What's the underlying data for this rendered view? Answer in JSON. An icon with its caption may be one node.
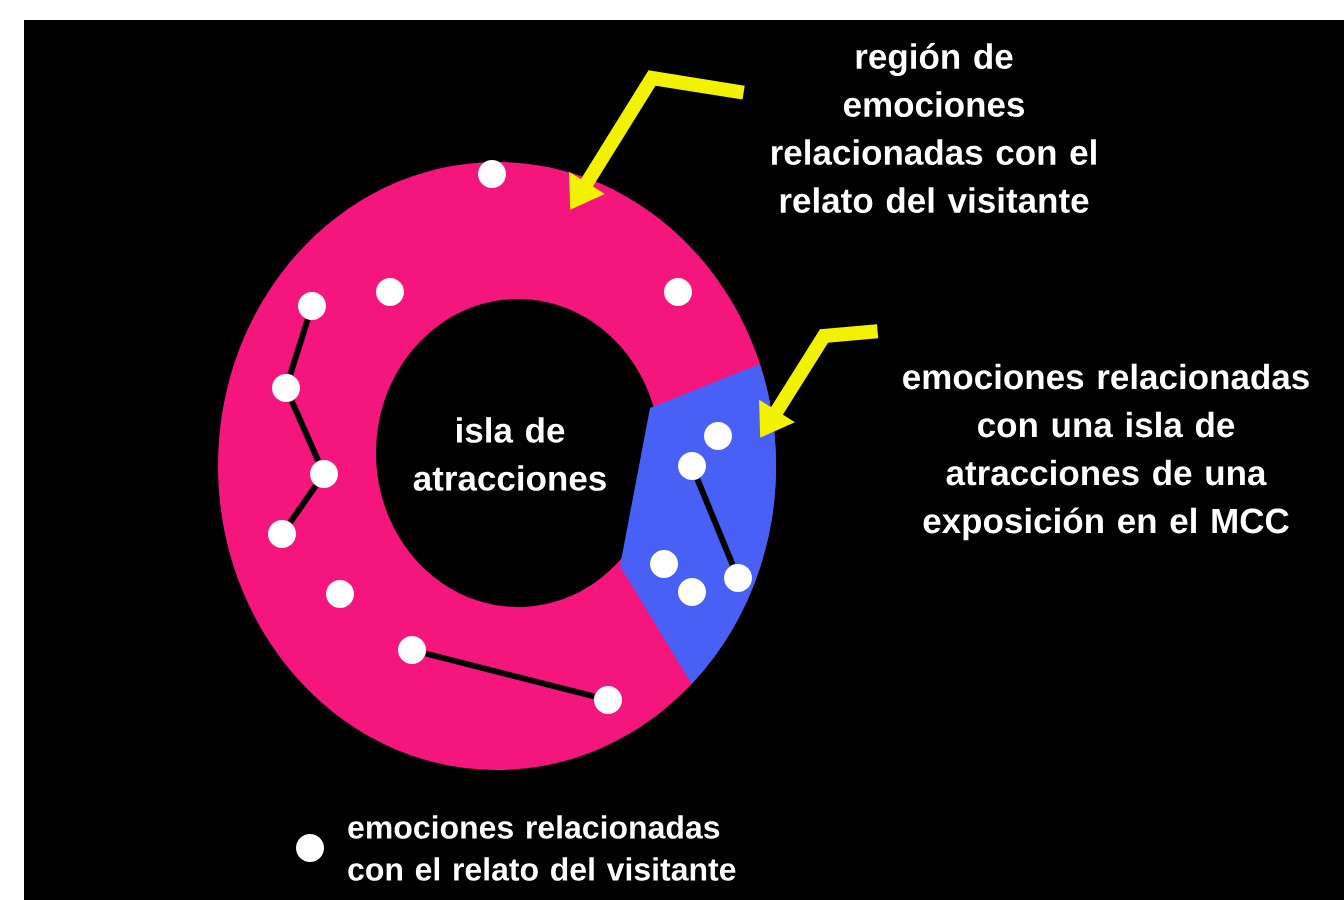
{
  "diagram": {
    "nodes": [
      {
        "text": [
          "región de emociones relacionadas con el relato del visitante"
        ]
      },
      {
        "text": [],
        "shape": "ring"
      },
      {
        "text": [],
        "shape": "sector",
        "in": 1
      },
      {
        "text": [
          "emociones relacionadas con una isla de atracciones de una exposición en el MCC"
        ]
      },
      {
        "text": [],
        "shape": "circle",
        "in": 1
      },
      {
        "text": [],
        "shape": "circle",
        "in": 1
      },
      {
        "text": [],
        "shape": "circle",
        "in": 1
      },
      {
        "text": [],
        "shape": "circle",
        "in": 1
      },
      {
        "text": [],
        "shape": "circle",
        "in": 1
      },
      {
        "text": [],
        "shape": "circle",
        "in": 2
      },
      {
        "text": [],
        "shape": "circle",
        "in": 2
      },
      {
        "text": [],
        "shape": "circle",
        "in": 1
      },
      {
        "text": [],
        "shape": "circle",
        "in": 1
      },
      {
        "text": [],
        "shape": "circle",
        "in": 2
      },
      {
        "text": [],
        "shape": "circle",
        "in": 2
      },
      {
        "text": [],
        "shape": "circle",
        "in": 2
      },
      {
        "text": [],
        "shape": "circle",
        "in": 1
      },
      {
        "text": [],
        "shape": "circle",
        "in": 1
      },
      {
        "text": [],
        "shape": "circle",
        "in": 1
      }
    ],
    "edges": [
      {
        "from": 0,
        "to": 1,
        "arrow": "to",
        "color": "#f2f200",
        "style": "thick"
      },
      {
        "from": 3,
        "to": 2,
        "arrow": "to",
        "color": "#f2f200",
        "style": "thick"
      },
      {
        "from": 7,
        "to": 8,
        "arrow": "none"
      },
      {
        "from": 8,
        "to": 11,
        "arrow": "none"
      },
      {
        "from": 11,
        "to": 12,
        "arrow": "none"
      },
      {
        "from": 17,
        "to": 18,
        "arrow": "none"
      },
      {
        "from": 10,
        "to": 14,
        "arrow": "none"
      }
    ],
    "labels": [
      "isla de atracciones"
    ],
    "legend": [
      {
        "text": "emociones relacionadas con el relato del visitante"
      }
    ]
  }
}
